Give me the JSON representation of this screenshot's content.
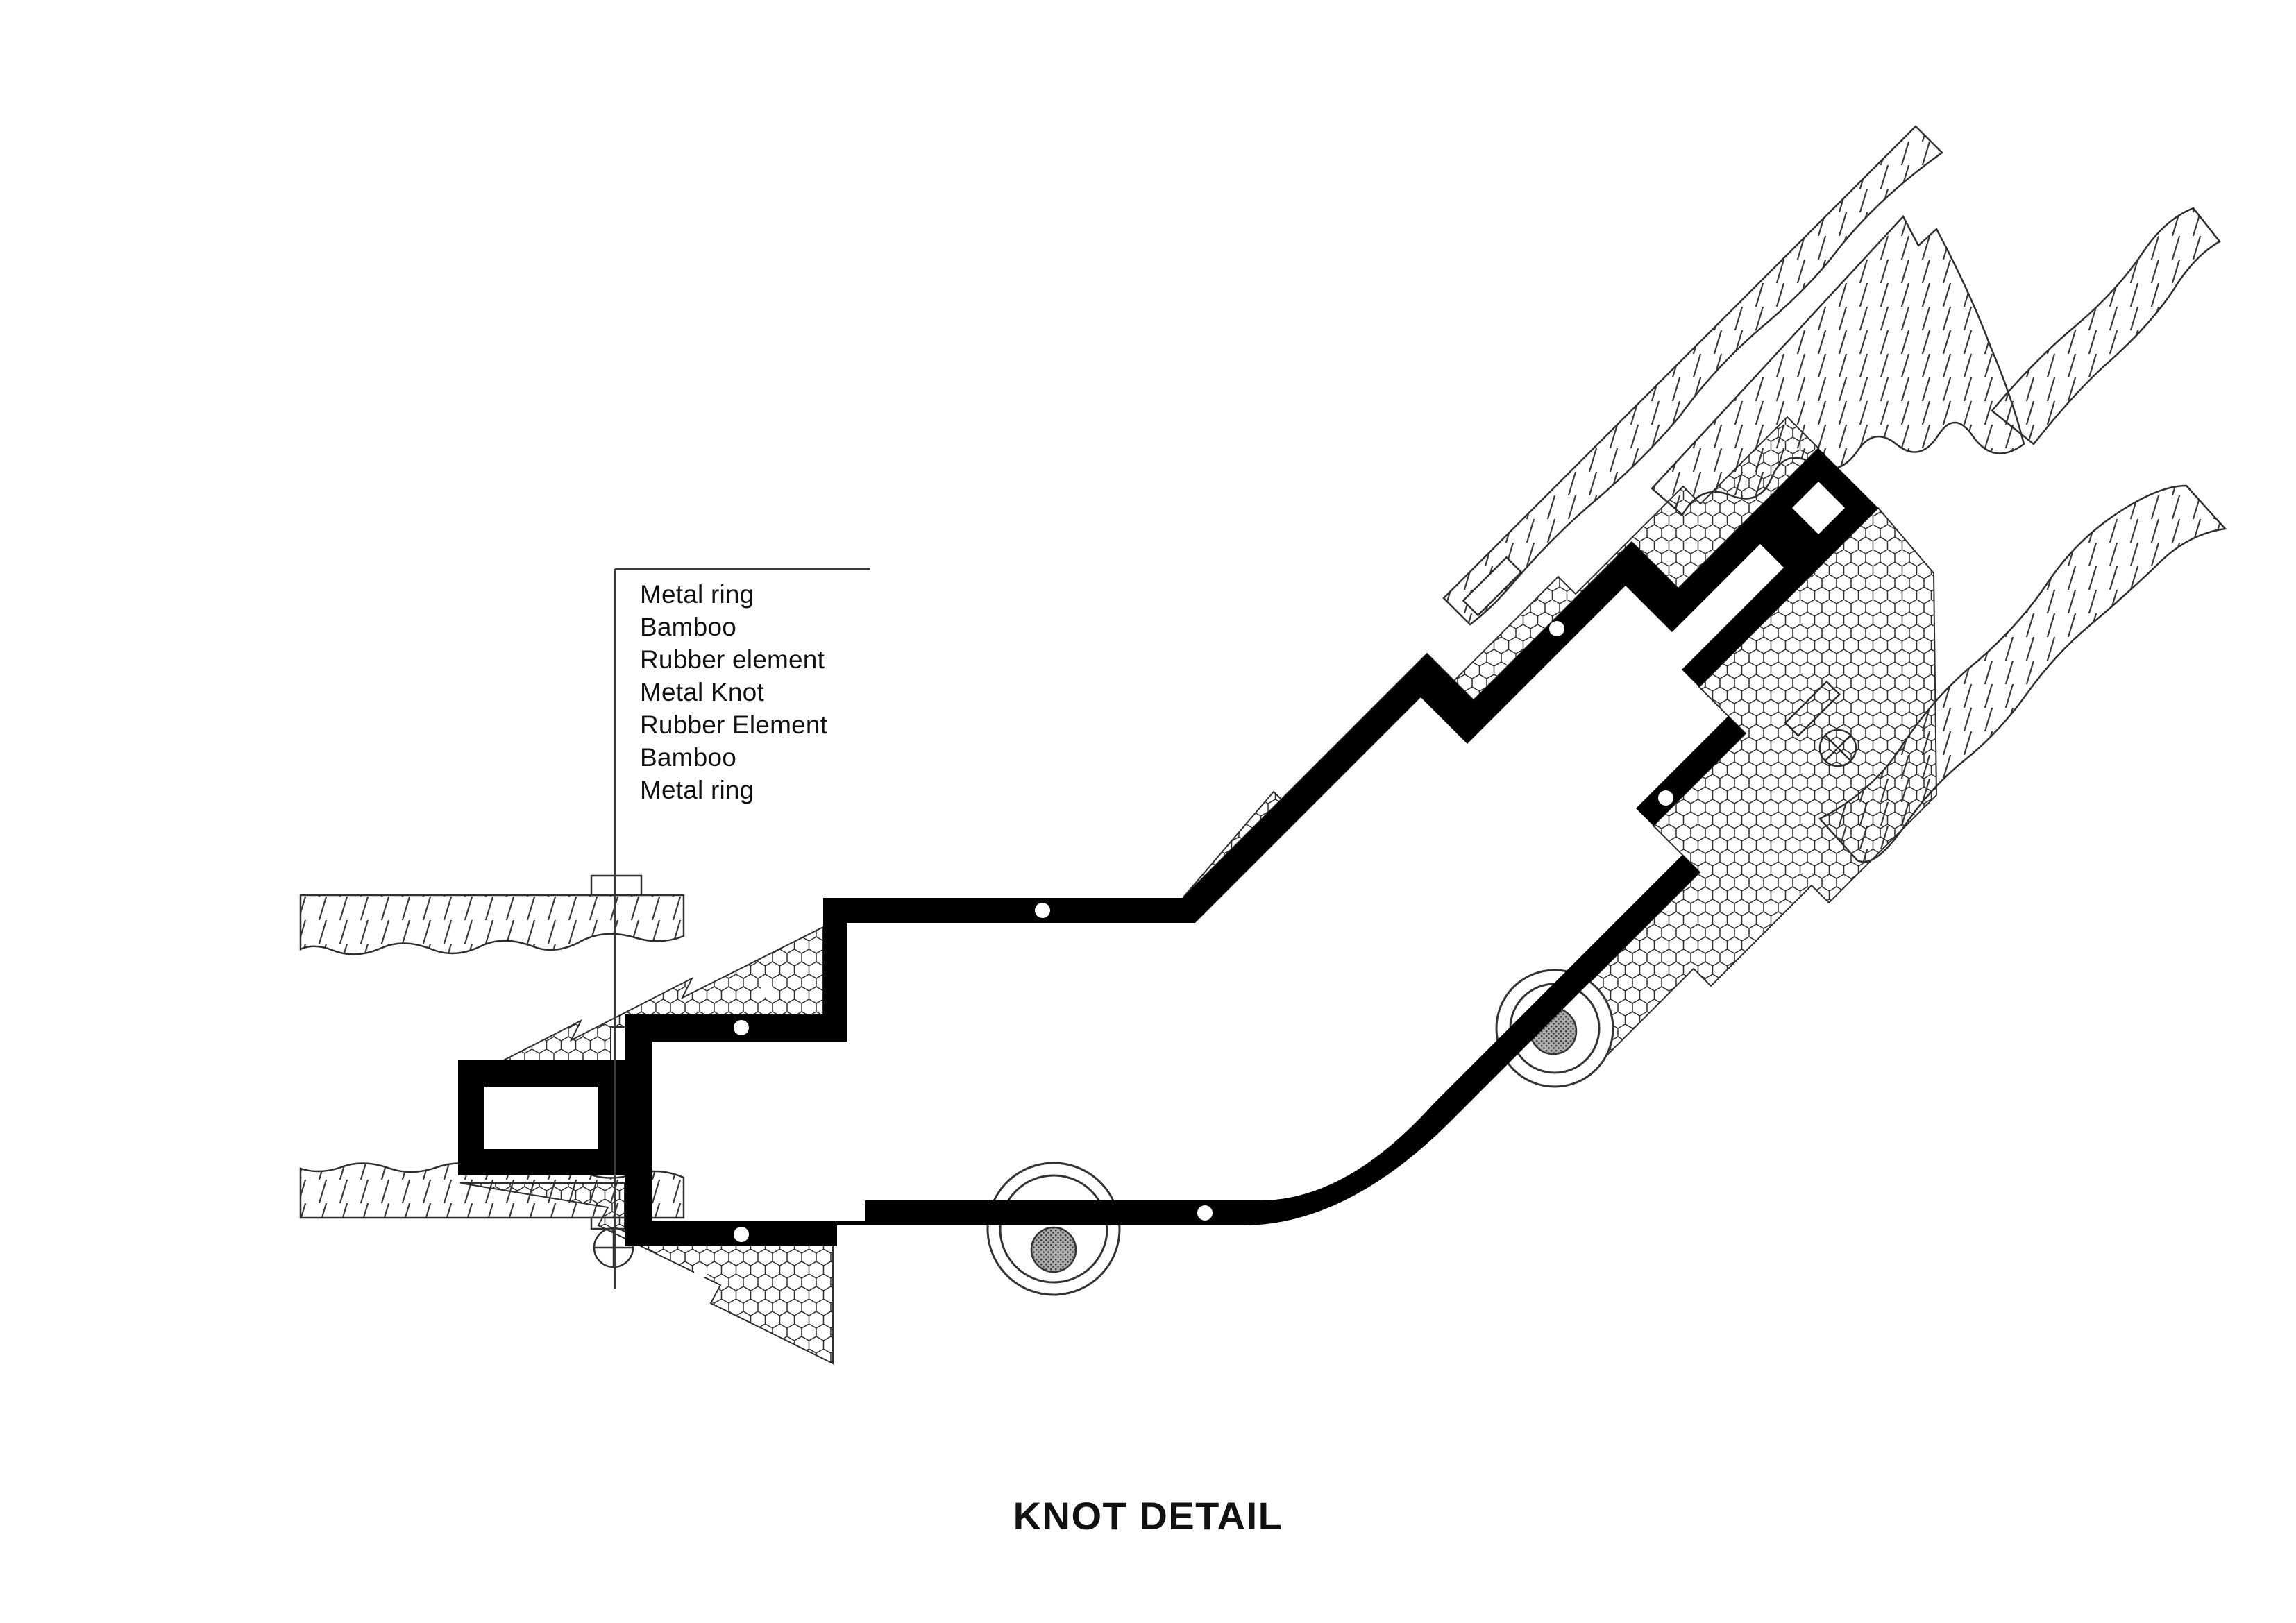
{
  "drawing": {
    "title": "KNOT DETAIL",
    "legend": {
      "items": [
        "Metal ring",
        "Bamboo",
        "Rubber element",
        "Metal Knot",
        "Rubber Element",
        "Bamboo",
        "Metal ring"
      ]
    },
    "colors": {
      "ink": "#111111",
      "knot_fill": "#000000",
      "paper": "#ffffff",
      "hatch_line": "#3a3a3a",
      "bolt_core": "#adadad"
    },
    "icons": [
      "phillips-screw-icon",
      "bolt-section-icon"
    ]
  }
}
